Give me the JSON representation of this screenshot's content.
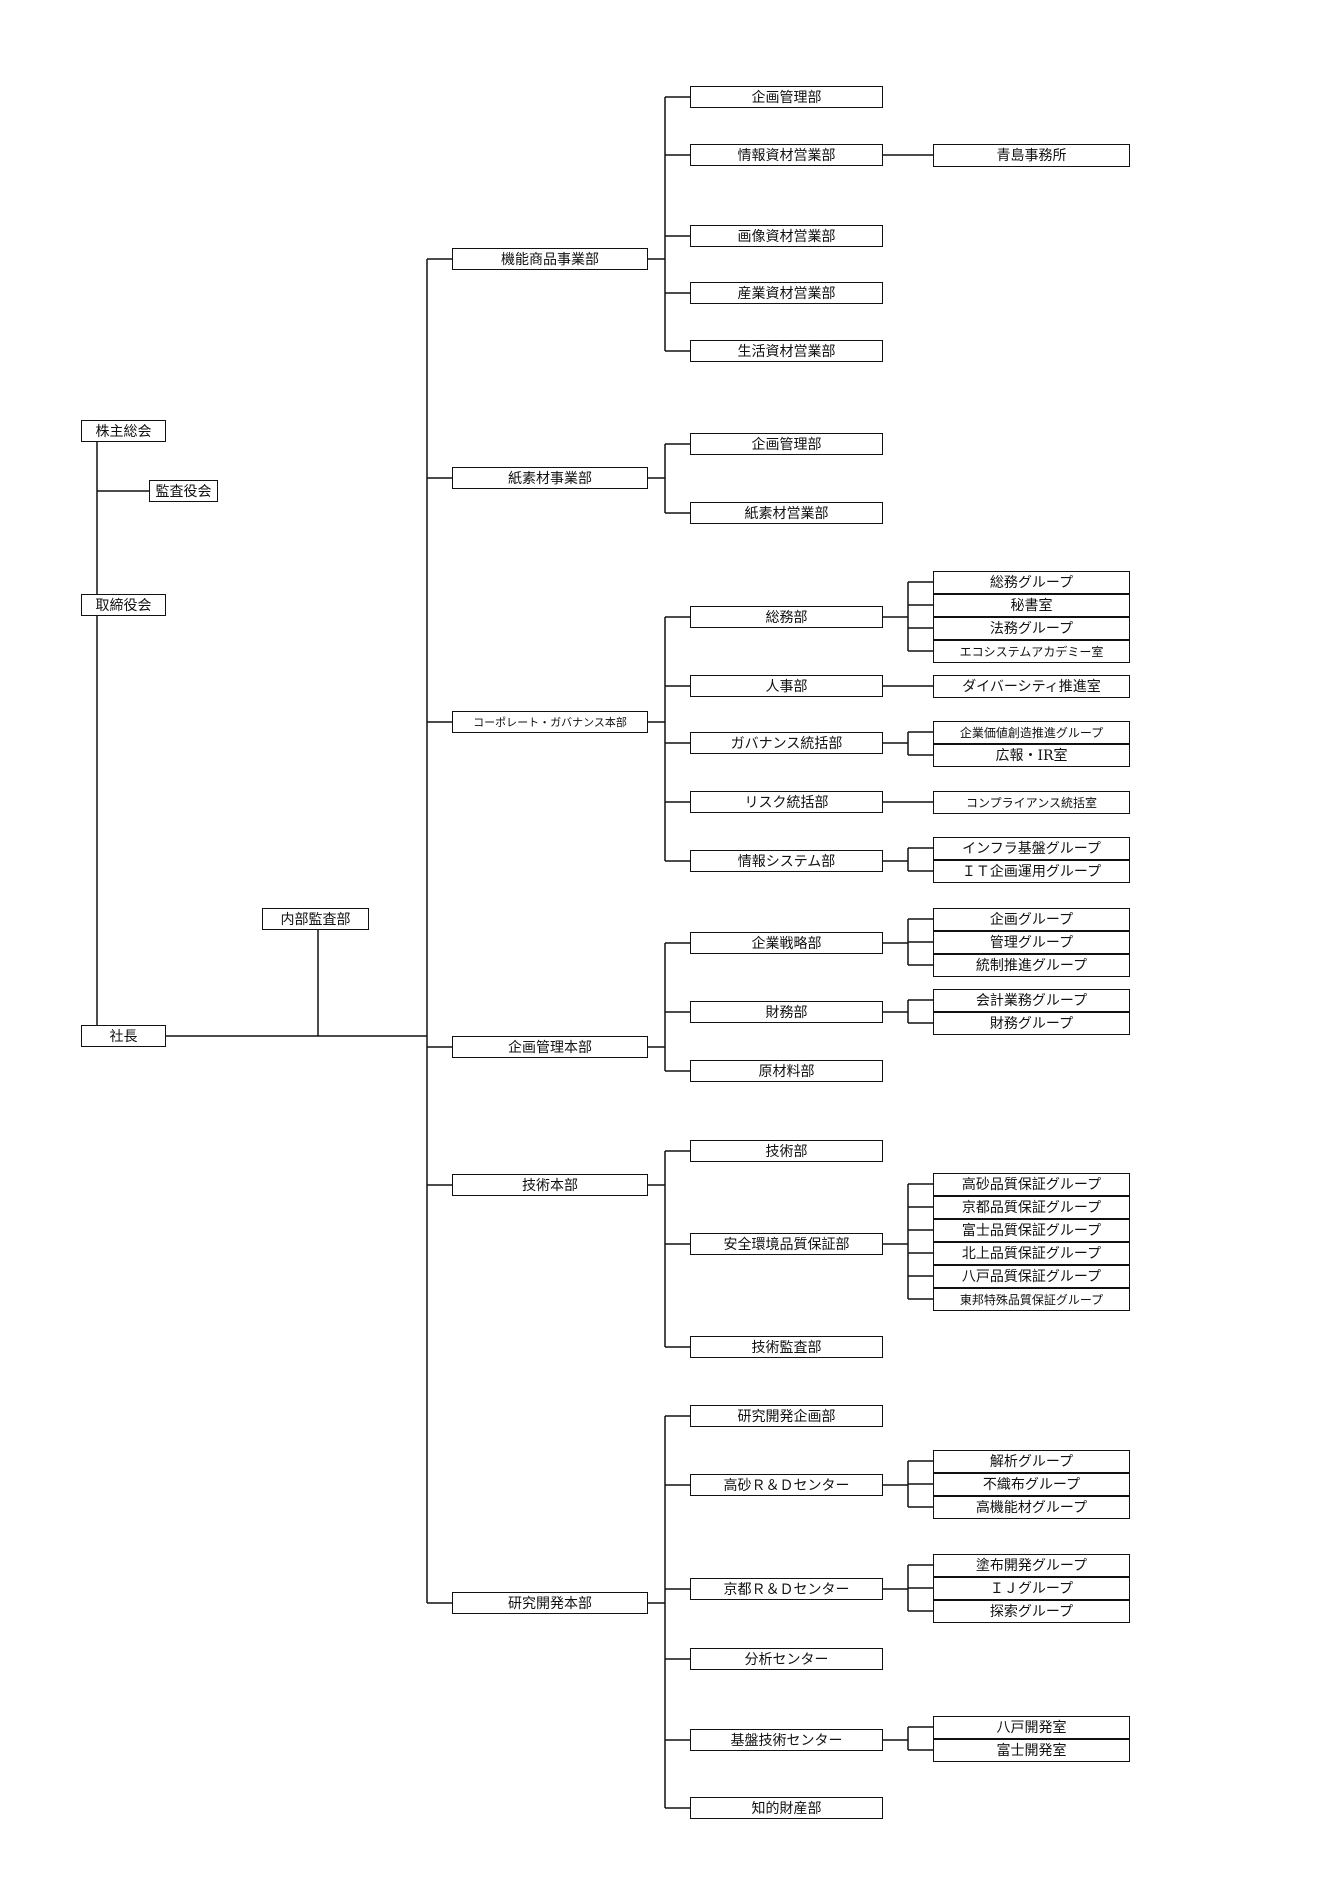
{
  "colors": {
    "line": "#111111",
    "box_border": "#111111",
    "text": "#111111",
    "background": "#ffffff"
  },
  "governance": {
    "shareholders": "株主総会",
    "auditors": "監査役会",
    "board": "取締役会",
    "president": "社長",
    "internal_audit": "内部監査部"
  },
  "divisions": [
    {
      "label": "機能商品事業部",
      "departments": [
        {
          "label": "企画管理部",
          "children": []
        },
        {
          "label": "情報資材営業部",
          "children": [
            "青島事務所"
          ]
        },
        {
          "label": "画像資材営業部",
          "children": []
        },
        {
          "label": "産業資材営業部",
          "children": []
        },
        {
          "label": "生活資材営業部",
          "children": []
        }
      ]
    },
    {
      "label": "紙素材事業部",
      "departments": [
        {
          "label": "企画管理部",
          "children": []
        },
        {
          "label": "紙素材営業部",
          "children": []
        }
      ]
    },
    {
      "label": "コーポレート・ガバナンス本部",
      "departments": [
        {
          "label": "総務部",
          "children": [
            "総務グループ",
            "秘書室",
            "法務グループ",
            "エコシステムアカデミー室"
          ]
        },
        {
          "label": "人事部",
          "children": [
            "ダイバーシティ推進室"
          ]
        },
        {
          "label": "ガバナンス統括部",
          "children": [
            "企業価値創造推進グループ",
            "広報・IR室"
          ]
        },
        {
          "label": "リスク統括部",
          "children": [
            "コンプライアンス統括室"
          ]
        },
        {
          "label": "情報システム部",
          "children": [
            "インフラ基盤グループ",
            "ＩＴ企画運用グループ"
          ]
        }
      ]
    },
    {
      "label": "企画管理本部",
      "departments": [
        {
          "label": "企業戦略部",
          "children": [
            "企画グループ",
            "管理グループ",
            "統制推進グループ"
          ]
        },
        {
          "label": "財務部",
          "children": [
            "会計業務グループ",
            "財務グループ"
          ]
        },
        {
          "label": "原材料部",
          "children": []
        }
      ]
    },
    {
      "label": "技術本部",
      "departments": [
        {
          "label": "技術部",
          "children": []
        },
        {
          "label": "安全環境品質保証部",
          "children": [
            "高砂品質保証グループ",
            "京都品質保証グループ",
            "富士品質保証グループ",
            "北上品質保証グループ",
            "八戸品質保証グループ",
            "東邦特殊品質保証グループ"
          ]
        },
        {
          "label": "技術監査部",
          "children": []
        }
      ]
    },
    {
      "label": "研究開発本部",
      "departments": [
        {
          "label": "研究開発企画部",
          "children": []
        },
        {
          "label": "高砂Ｒ＆Ｄセンター",
          "children": [
            "解析グループ",
            "不織布グループ",
            "高機能材グループ"
          ]
        },
        {
          "label": "京都Ｒ＆Ｄセンター",
          "children": [
            "塗布開発グループ",
            "ＩＪグループ",
            "探索グループ"
          ]
        },
        {
          "label": "分析センター",
          "children": []
        },
        {
          "label": "基盤技術センター",
          "children": [
            "八戸開発室",
            "富士開発室"
          ]
        },
        {
          "label": "知的財産部",
          "children": []
        }
      ]
    }
  ]
}
